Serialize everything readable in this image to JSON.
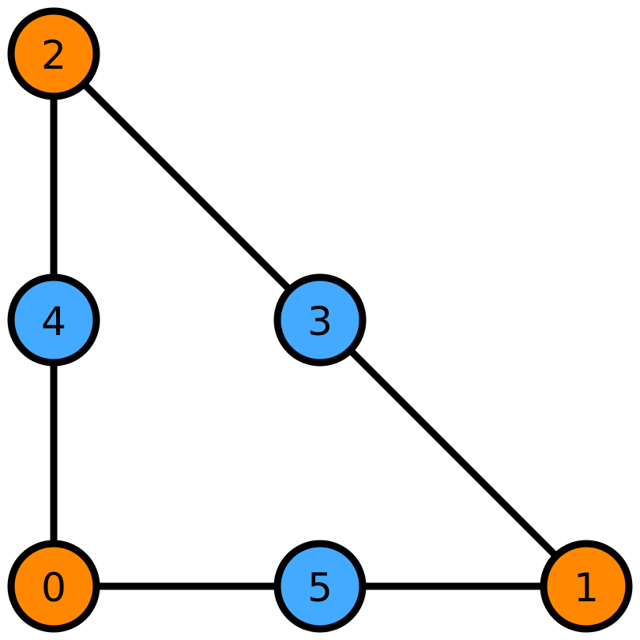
{
  "colors": {
    "orange": "#FF8800",
    "blue": "#44AAFF",
    "stroke": "#000000",
    "background": "#FFFFFF"
  },
  "nodes": [
    {
      "id": "0",
      "label": "0",
      "color": "orange"
    },
    {
      "id": "1",
      "label": "1",
      "color": "orange"
    },
    {
      "id": "2",
      "label": "2",
      "color": "orange"
    },
    {
      "id": "3",
      "label": "3",
      "color": "blue"
    },
    {
      "id": "4",
      "label": "4",
      "color": "blue"
    },
    {
      "id": "5",
      "label": "5",
      "color": "blue"
    }
  ],
  "edges": [
    {
      "from": "2",
      "to": "4"
    },
    {
      "from": "4",
      "to": "0"
    },
    {
      "from": "2",
      "to": "3"
    },
    {
      "from": "3",
      "to": "1"
    },
    {
      "from": "0",
      "to": "5"
    },
    {
      "from": "5",
      "to": "1"
    }
  ]
}
